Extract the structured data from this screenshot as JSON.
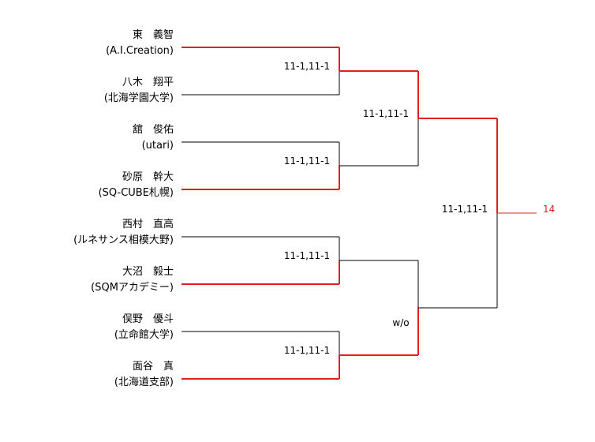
{
  "colors": {
    "winner": "#e02020",
    "loser": "#000000"
  },
  "players": [
    {
      "name": "東　義智",
      "affiliation": "(A.I.Creation)"
    },
    {
      "name": "八木　翔平",
      "affiliation": "(北海学園大学)"
    },
    {
      "name": "舘　俊佑",
      "affiliation": "(utari)"
    },
    {
      "name": "砂原　幹大",
      "affiliation": "(SQ-CUBE札幌)"
    },
    {
      "name": "西村　直高",
      "affiliation": "(ルネサンス相模大野)"
    },
    {
      "name": "大沼　毅士",
      "affiliation": "(SQMアカデミー)"
    },
    {
      "name": "俣野　優斗",
      "affiliation": "(立命館大学)"
    },
    {
      "name": "面谷　真",
      "affiliation": "(北海道支部)"
    }
  ],
  "round1": [
    {
      "score": "11-1,11-1",
      "winner": 0
    },
    {
      "score": "11-1,11-1",
      "winner": 1
    },
    {
      "score": "11-1,11-1",
      "winner": 1
    },
    {
      "score": "11-1,11-1",
      "winner": 1
    }
  ],
  "round2": [
    {
      "score": "11-1,11-1",
      "winner": 0
    },
    {
      "score": "w/o",
      "winner": 1
    }
  ],
  "round3": {
    "score": "11-1,11-1",
    "winner": 0
  },
  "final_label": "14"
}
